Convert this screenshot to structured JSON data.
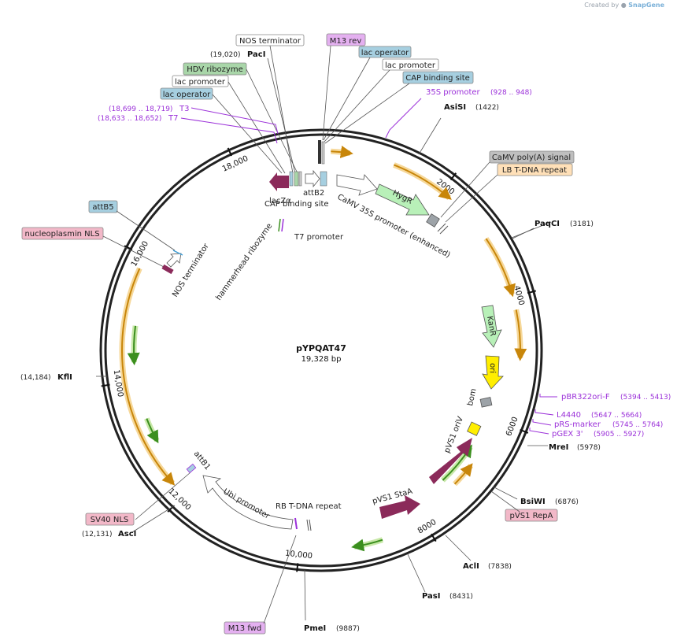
{
  "credit": {
    "prefix": "Created by",
    "brand": "SnapGene"
  },
  "map": {
    "name": "pYPQAT47",
    "size_label": "19,328 bp",
    "total_bp": 19328
  },
  "ticks": [
    {
      "bp": 2000,
      "label": "2000"
    },
    {
      "bp": 4000,
      "label": "4000"
    },
    {
      "bp": 6000,
      "label": "6000"
    },
    {
      "bp": 8000,
      "label": "8000"
    },
    {
      "bp": 10000,
      "label": "10,000"
    },
    {
      "bp": 12000,
      "label": "12,000"
    },
    {
      "bp": 14000,
      "label": "14,000"
    },
    {
      "bp": 16000,
      "label": "16,000"
    },
    {
      "bp": 18000,
      "label": "18,000"
    }
  ],
  "sites": [
    {
      "name": "PacI",
      "pos": "(19,020)"
    },
    {
      "name": "AsiSI",
      "pos": "(1422)"
    },
    {
      "name": "PaqCI",
      "pos": "(3181)"
    },
    {
      "name": "MreI",
      "pos": "(5978)"
    },
    {
      "name": "BsiWI",
      "pos": "(6876)"
    },
    {
      "name": "AclI",
      "pos": "(7838)"
    },
    {
      "name": "PasI",
      "pos": "(8431)"
    },
    {
      "name": "PmeI",
      "pos": "(9887)"
    },
    {
      "name": "AscI",
      "pos": "(12,131)"
    },
    {
      "name": "KflI",
      "pos": "(14,184)"
    }
  ],
  "boxed_features": [
    {
      "label": "NOS terminator",
      "color": "#ffffff"
    },
    {
      "label": "M13 rev",
      "color": "#e4b0f0"
    },
    {
      "label": "lac operator",
      "color": "#a6cfe0"
    },
    {
      "label": "lac promoter",
      "color": "#ffffff"
    },
    {
      "label": "CAP binding site",
      "color": "#a6cfe0"
    },
    {
      "label": "HDV ribozyme",
      "color": "#a9d6a9"
    },
    {
      "label": "lac promoter",
      "color": "#ffffff"
    },
    {
      "label": "lac operator",
      "color": "#a6cfe0"
    },
    {
      "label": "CaMV poly(A) signal",
      "color": "#bfbfbf"
    },
    {
      "label": "LB T-DNA repeat",
      "color": "#ffe0b8"
    },
    {
      "label": "attB5",
      "color": "#a6cfe0"
    },
    {
      "label": "nucleoplasmin NLS",
      "color": "#f2b8c8"
    },
    {
      "label": "SV40 NLS",
      "color": "#f2b8c8"
    },
    {
      "label": "M13 fwd",
      "color": "#e4b0f0"
    },
    {
      "label": "pVS1 RepA",
      "color": "#f2b8c8"
    }
  ],
  "primers": [
    {
      "name": "35S promoter",
      "pos": "(928 .. 948)"
    },
    {
      "name": "T3",
      "pos": "(18,699 .. 18,719)"
    },
    {
      "name": "T7",
      "pos": "(18,633 .. 18,652)"
    },
    {
      "name": "pBR322ori-F",
      "pos": "(5394 .. 5413)"
    },
    {
      "name": "L4440",
      "pos": "(5647 .. 5664)"
    },
    {
      "name": "pRS-marker",
      "pos": "(5745 .. 5764)"
    },
    {
      "name": "pGEX 3'",
      "pos": "(5905 .. 5927)"
    }
  ],
  "inner_features": [
    {
      "label": "lacZα"
    },
    {
      "label": "attB2"
    },
    {
      "label": "CAP binding site"
    },
    {
      "label": "CaMV 35S promoter (enhanced)"
    },
    {
      "label": "HygR"
    },
    {
      "label": "T7 promoter"
    },
    {
      "label": "hammerhead ribozyme"
    },
    {
      "label": "NOS terminator"
    },
    {
      "label": "KanR"
    },
    {
      "label": "ori"
    },
    {
      "label": "bom"
    },
    {
      "label": "pVS1 oriV"
    },
    {
      "label": "pVS1 StaA"
    },
    {
      "label": "RB T-DNA repeat"
    },
    {
      "label": "Ubi promoter"
    },
    {
      "label": "attB1"
    }
  ],
  "colors": {
    "backbone": "#222222",
    "orf_arrow": "#c8860a",
    "orf_glow": "#f6d89a",
    "green_arrow": "#3b8f1e",
    "green_glow": "#c8e8a8",
    "resistance": "#b8f0b8",
    "kanr": "#b8f0b8",
    "ori": "#ffee00",
    "maroon": "#8b2a5a",
    "primer": "#9b30d9"
  }
}
